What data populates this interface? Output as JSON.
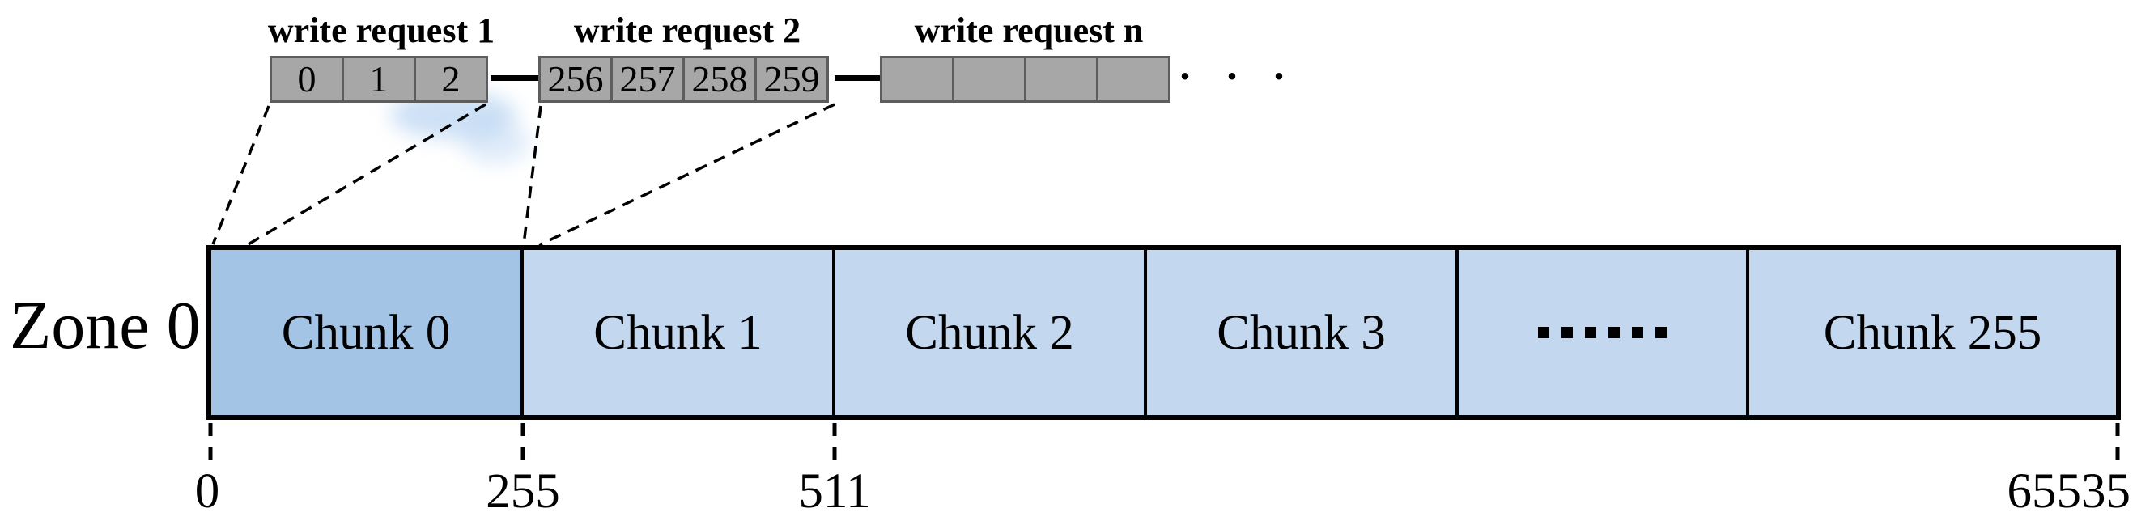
{
  "figure": {
    "requests": [
      {
        "title": "write request 1",
        "cells": [
          "0",
          "1",
          "2"
        ]
      },
      {
        "title": "write request 2",
        "cells": [
          "256",
          "257",
          "258",
          "259"
        ]
      },
      {
        "title": "write request n",
        "cells": [
          "",
          "",
          "",
          ""
        ]
      }
    ],
    "more_requests_ellipsis": "· · ·",
    "zone": {
      "label": "Zone 0",
      "chunks": [
        "Chunk 0",
        "Chunk 1",
        "Chunk 2",
        "Chunk 3",
        "......",
        "Chunk 255"
      ]
    },
    "axis_ticks": [
      "0",
      "255",
      "511",
      "65535"
    ],
    "colors": {
      "chunk0_fill": "#a3c4e5",
      "chunk_fill": "#c3d8ef",
      "request_cell_fill": "#a7a7a7",
      "line_color": "#000000"
    }
  }
}
